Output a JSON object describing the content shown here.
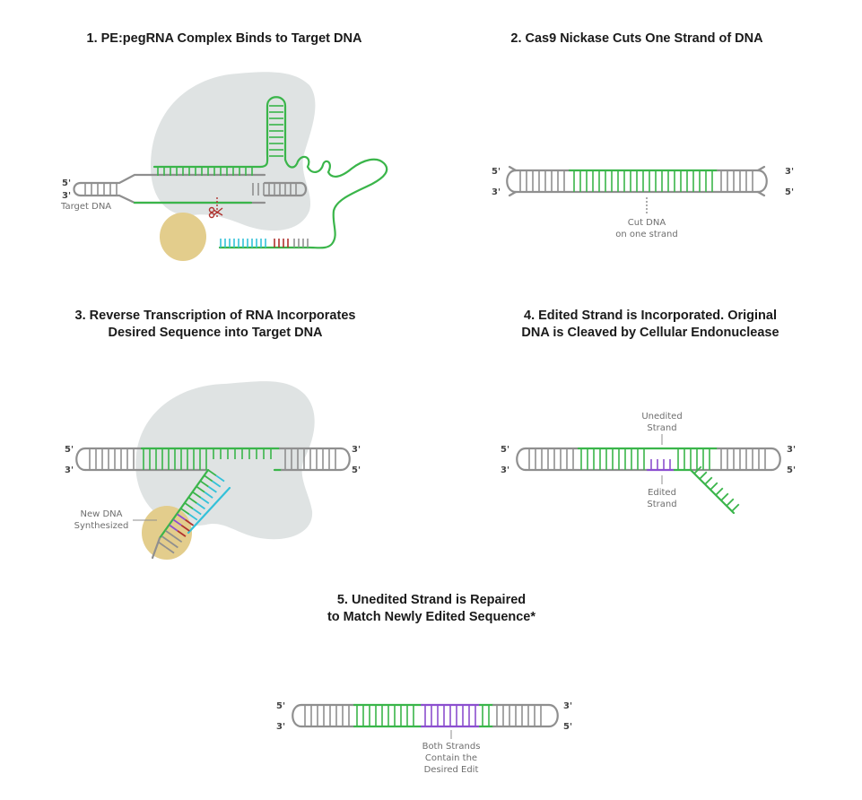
{
  "colors": {
    "gray": "#8f8f8f",
    "green": "#3ab54a",
    "cyan": "#33c1d9",
    "red": "#b0322e",
    "purple": "#8c4fcf",
    "protein": "#dfe3e3",
    "rt": "#e3cd8c"
  },
  "panel1": {
    "title": "1. PE:pegRNA Complex Binds to Target DNA",
    "end_5": "5'",
    "end_3": "3'",
    "target_label": "Target DNA"
  },
  "panel2": {
    "title": "2. Cas9 Nickase Cuts One Strand of DNA",
    "end_5_left": "5'",
    "end_3_left": "3'",
    "end_3_right": "3'",
    "end_5_right": "5'",
    "cut_label_1": "Cut DNA",
    "cut_label_2": "on one strand"
  },
  "panel3": {
    "title_1": "3. Reverse Transcription of RNA Incorporates",
    "title_2": "Desired Sequence into Target DNA",
    "end_5_left": "5'",
    "end_3_left": "3'",
    "end_3_right": "3'",
    "end_5_right": "5'",
    "new_dna_1": "New DNA",
    "new_dna_2": "Synthesized"
  },
  "panel4": {
    "title_1": "4. Edited Strand is Incorporated. Original",
    "title_2": "DNA is Cleaved by Cellular Endonuclease",
    "end_5_left": "5'",
    "end_3_left": "3'",
    "end_3_right": "3'",
    "end_5_right": "5'",
    "unedited_1": "Unedited",
    "unedited_2": "Strand",
    "edited_1": "Edited",
    "edited_2": "Strand"
  },
  "panel5": {
    "title_1": "5. Unedited Strand is Repaired",
    "title_2": "to Match Newly Edited Sequence*",
    "end_5_left": "5'",
    "end_3_left": "3'",
    "end_3_right": "3'",
    "end_5_right": "5'",
    "both_1": "Both Strands",
    "both_2": "Contain the",
    "both_3": "Desired Edit"
  }
}
